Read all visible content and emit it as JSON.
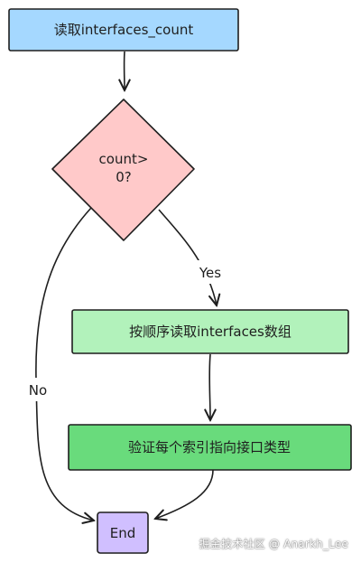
{
  "nodes": {
    "read_count": "读取interfaces_count",
    "decision_line1": "count>",
    "decision_line2": "0?",
    "read_array": "按顺序读取interfaces数组",
    "validate": "验证每个索引指向接口类型",
    "end": "End"
  },
  "edges": {
    "yes": "Yes",
    "no": "No"
  },
  "colors": {
    "start_fill": "#a5d8ff",
    "decision_fill": "#ffc9c9",
    "read_array_fill": "#b2f2bb",
    "validate_fill": "#69db7c",
    "end_fill": "#d0bfff",
    "stroke": "#1e1e1e"
  },
  "watermark": "掘金技术社区 @ Anarkh_Lee"
}
